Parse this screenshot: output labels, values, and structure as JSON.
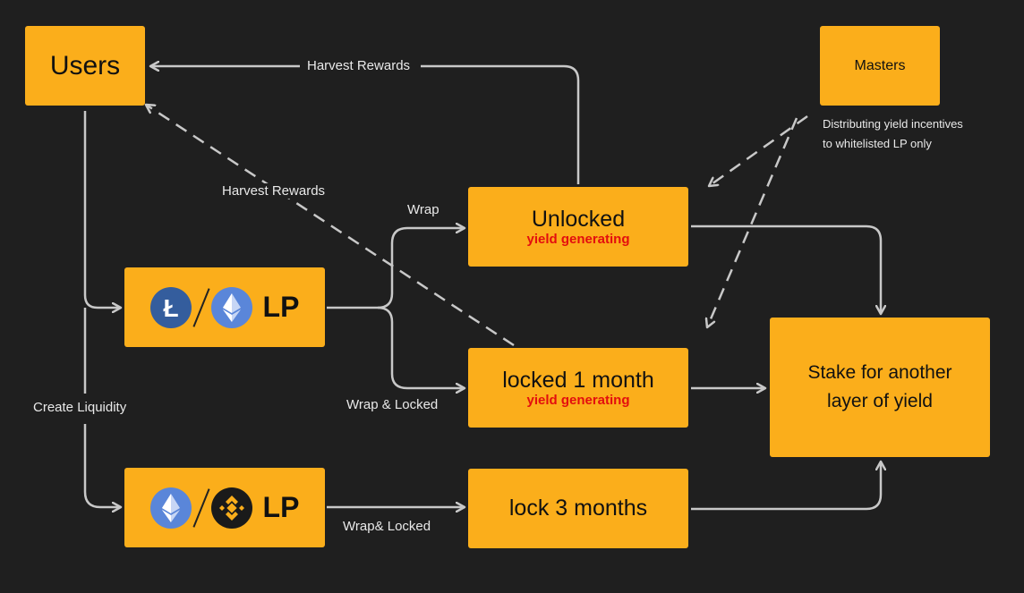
{
  "nodes": {
    "users": "Users",
    "masters": "Masters",
    "masters_note_line1": "Distributing yield incentives",
    "masters_note_line2": "to whitelisted LP only",
    "unlocked_title": "Unlocked",
    "unlocked_sub": "yield generating",
    "locked1_title": "locked 1 month",
    "locked1_sub": "yield generating",
    "lock3_title": "lock 3 months",
    "stake_line1": "Stake for another",
    "stake_line2": "layer of yield",
    "lp1_label": "LP",
    "lp2_label": "LP"
  },
  "edges": {
    "harvest_top": "Harvest Rewards",
    "harvest_mid": "Harvest Rewards",
    "wrap": "Wrap",
    "wrap_locked": "Wrap & Locked",
    "wrap_locked2": "Wrap& Locked",
    "create_liquidity": "Create Liquidity"
  },
  "icons": {
    "lp1": [
      "litecoin-icon",
      "ethereum-icon"
    ],
    "lp2": [
      "ethereum-icon",
      "binance-coin-icon"
    ]
  },
  "colors": {
    "background": "#1f1f1f",
    "box": "#fbae1b",
    "arrow": "#c8c8c8",
    "highlight": "#e30e0e"
  }
}
